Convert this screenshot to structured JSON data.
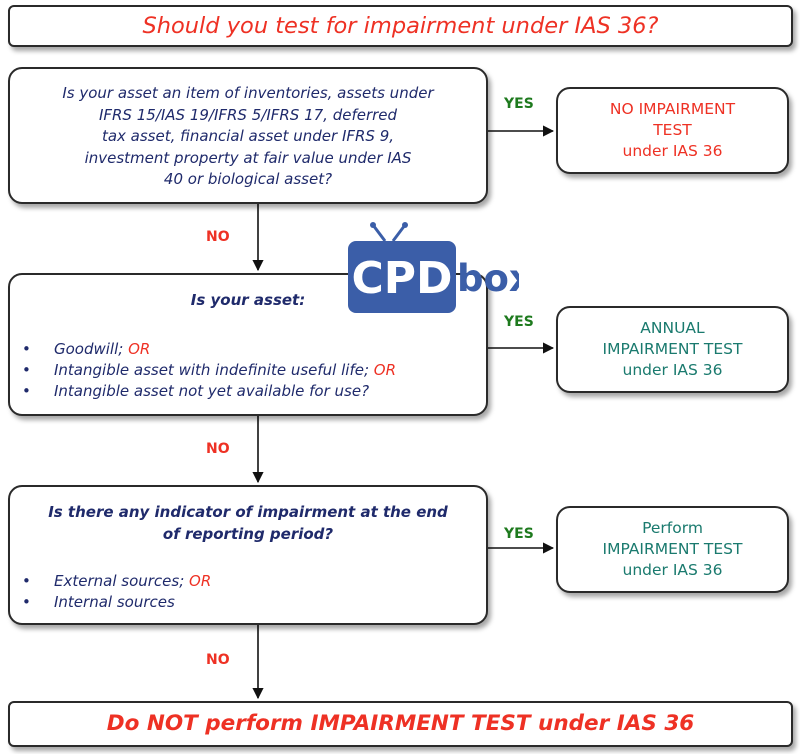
{
  "title": "Should you test for impairment under IAS 36?",
  "q1": {
    "lines": [
      "Is your asset an item of inventories, assets under",
      "IFRS 15/IAS 19/IFRS 5/IFRS 17, deferred",
      "tax asset, financial asset under IFRS 9,",
      "investment property at fair value under IAS",
      "40 or biological asset?"
    ]
  },
  "a1": {
    "lines": [
      "NO IMPAIRMENT",
      "TEST",
      "under IAS 36"
    ]
  },
  "q2": {
    "heading": "Is your asset:",
    "bullets": [
      {
        "text": "Goodwill; ",
        "or": "OR"
      },
      {
        "text": "Intangible asset with indefinite useful life; ",
        "or": "OR"
      },
      {
        "text": "Intangible asset not yet available for use?",
        "or": ""
      }
    ]
  },
  "a2": {
    "lines": [
      "ANNUAL",
      "IMPAIRMENT TEST",
      "under IAS 36"
    ]
  },
  "q3": {
    "heading_lines": [
      "Is there any indicator of impairment at the end",
      "of reporting period?"
    ],
    "bullets": [
      {
        "text": "External sources; ",
        "or": "OR"
      },
      {
        "text": "Internal sources",
        "or": ""
      }
    ]
  },
  "a3": {
    "lines": [
      "Perform",
      "IMPAIRMENT TEST",
      "under IAS 36"
    ]
  },
  "final": "Do NOT perform IMPAIRMENT TEST under IAS 36",
  "labels": {
    "yes": "YES",
    "no": "NO"
  },
  "logo": {
    "cpd": "CPD",
    "box": "box"
  },
  "bullet_char": "•",
  "colors": {
    "red": "#ee3124",
    "navy": "#1f2a6b",
    "teal": "#1a7a6e",
    "green": "#1e7a1e",
    "logo_blue": "#3b5ea8"
  }
}
